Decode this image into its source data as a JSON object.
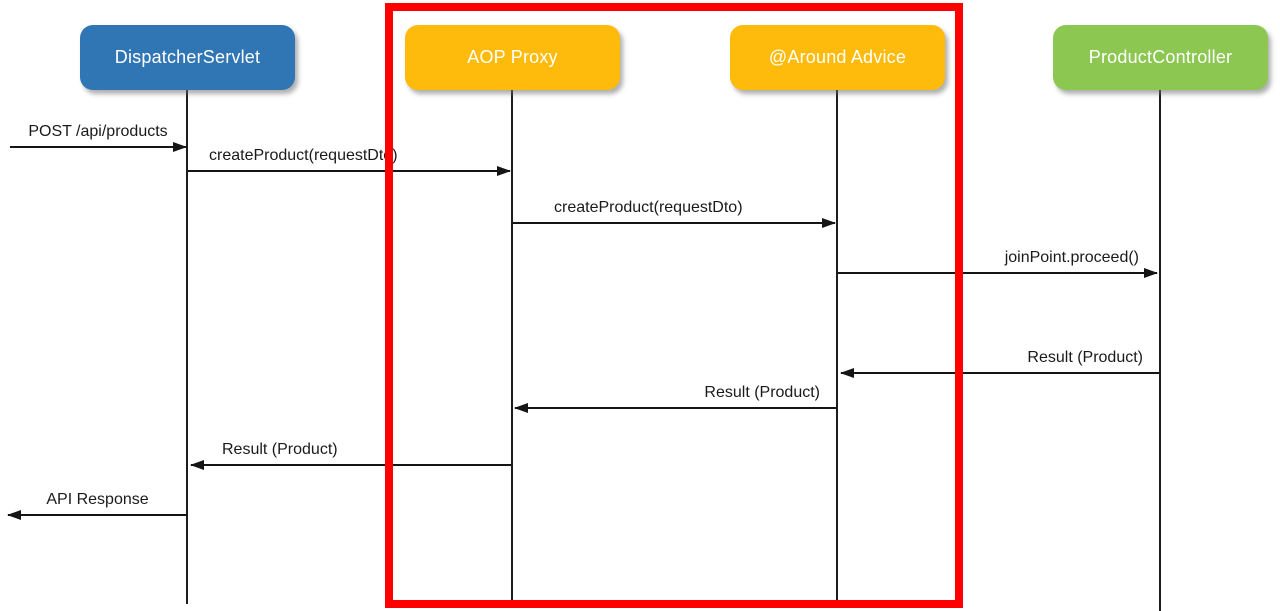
{
  "diagram": {
    "title": "AOP @Around advice sequence diagram",
    "actors": [
      {
        "id": "dispatcher-servlet",
        "label": "DispatcherServlet",
        "color": "#3076b5"
      },
      {
        "id": "aop-proxy",
        "label": "AOP Proxy",
        "color": "#ffbb0b"
      },
      {
        "id": "around-advice",
        "label": "@Around Advice",
        "color": "#ffbb0b"
      },
      {
        "id": "product-controller",
        "label": "ProductController",
        "color": "#8cc751"
      }
    ],
    "messages": [
      {
        "label": "POST /api/products",
        "from": "client",
        "to": "dispatcher-servlet",
        "direction": "right"
      },
      {
        "label": "createProduct(requestDto)",
        "from": "dispatcher-servlet",
        "to": "aop-proxy",
        "direction": "right"
      },
      {
        "label": "createProduct(requestDto)",
        "from": "aop-proxy",
        "to": "around-advice",
        "direction": "right"
      },
      {
        "label": "joinPoint.proceed()",
        "from": "around-advice",
        "to": "product-controller",
        "direction": "right"
      },
      {
        "label": "Result (Product)",
        "from": "product-controller",
        "to": "around-advice",
        "direction": "left"
      },
      {
        "label": "Result (Product)",
        "from": "around-advice",
        "to": "aop-proxy",
        "direction": "left"
      },
      {
        "label": "Result (Product)",
        "from": "aop-proxy",
        "to": "dispatcher-servlet",
        "direction": "left"
      },
      {
        "label": "API Response",
        "from": "dispatcher-servlet",
        "to": "client",
        "direction": "left"
      }
    ],
    "highlight": {
      "color": "#ff0000",
      "encloses": [
        "AOP Proxy",
        "@Around Advice"
      ]
    }
  }
}
